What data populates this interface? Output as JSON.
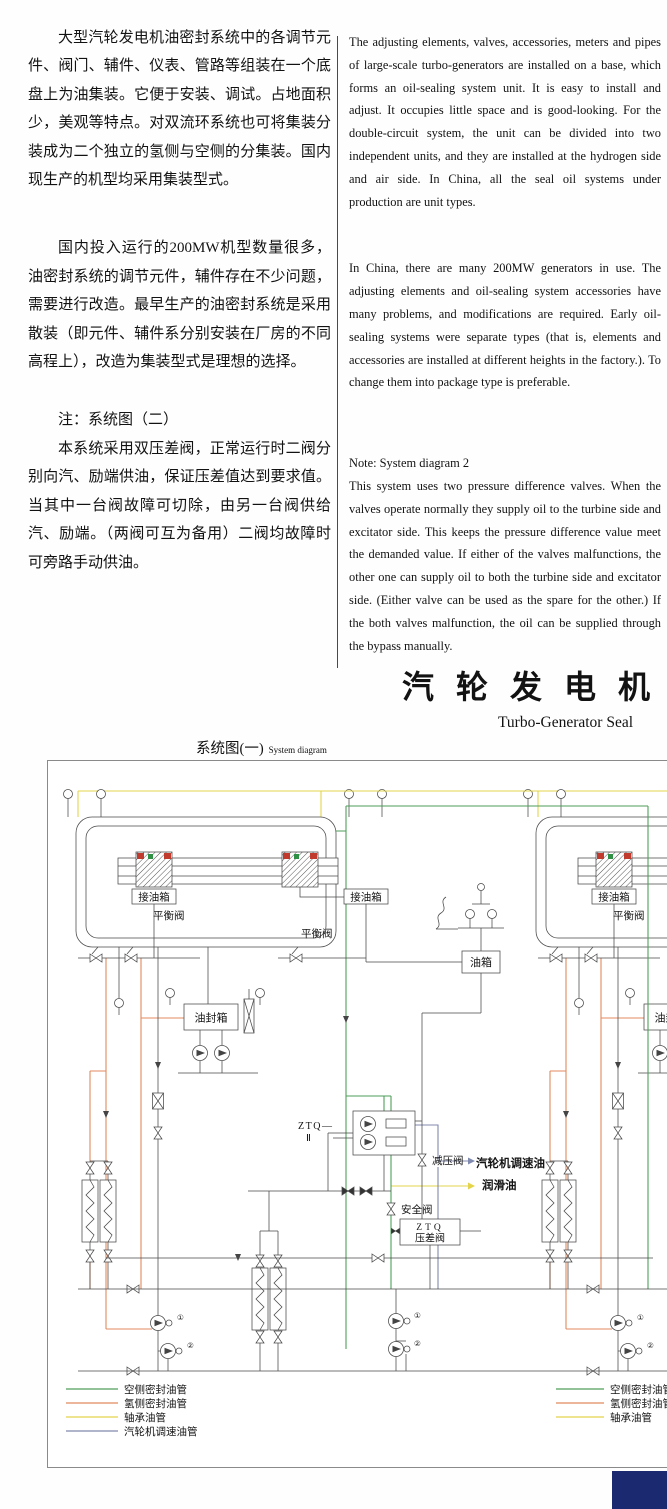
{
  "colors": {
    "page_corner": "#1b2a70",
    "divider": "#4a4a4a",
    "seal_mark_red": "#c03a2e",
    "seal_mark_green": "#2f8f45"
  },
  "left_column": {
    "para1": "大型汽轮发电机油密封系统中的各调节元件、阀门、辅件、仪表、管路等组装在一个底盘上为油集装。它便于安装、调试。占地面积少，美观等特点。对双流环系统也可将集装分装成为二个独立的氢侧与空侧的分集装。国内现生产的机型均采用集装型式。",
    "para2": "国内投入运行的200MW机型数量很多，油密封系统的调节元件，辅件存在不少问题，需要进行改造。最早生产的油密封系统是采用散装（即元件、辅件系分别安装在厂房的不同高程上），改造为集装型式是理想的选择。",
    "note_title": "注：系统图（二）",
    "note_body": "本系统采用双压差阀，正常运行时二阀分别向汽、励端供油，保证压差值达到要求值。当其中一台阀故障可切除，由另一台阀供给汽、励端。（两阀可互为备用）二阀均故障时可旁路手动供油。"
  },
  "right_column": {
    "para1": "The adjusting elements, valves, accessories, meters and pipes of large-scale turbo-generators are installed on a base, which forms an oil-sealing system unit. It is easy to install and adjust. It occupies little space and is good-looking. For the double-circuit system, the unit can be divided into two independent units, and they are installed at the hydrogen side and air side. In China, all the seal oil systems under production are unit types.",
    "para2": "In China, there are many 200MW generators in use. The adjusting elements and oil-sealing system accessories have many problems, and modifications are required. Early oil-sealing systems were separate types (that is, elements and accessories are installed at different heights in the factory.). To change them into package type is preferable.",
    "note_title": "Note: System diagram 2",
    "note_body": "This system uses two pressure difference valves. When the valves operate normally they supply oil to the turbine side and excitator side. This keeps the pressure difference value meet the demanded value. If either of the valves malfunctions, the other one can supply oil to both the turbine side and excitator side. (Either valve can be used as the spare for the other.) If the both valves malfunction, the oil can be supplied through the bypass manually."
  },
  "title": {
    "zh": "汽轮发电机",
    "en": "Turbo-Generator Seal"
  },
  "diagram": {
    "caption_zh": "系统图(一)",
    "caption_en": "System diagram",
    "labels": {
      "oil_catch_tank": "接油箱",
      "balance_valve": "平衡阀",
      "oil_seal_tank": "油封箱",
      "oil_tank": "油箱",
      "ztq2_line1": "ZTQ—",
      "ztq2_line2": "Ⅱ",
      "pressure_reducing_valve": "减压阀",
      "turbine_governing_oil": "汽轮机调速油",
      "lube_oil": "润滑油",
      "safety_valve": "安全阀",
      "ztq": "ZTQ",
      "pressure_difference_valve": "压差阀",
      "pump_no_1": "①",
      "pump_no_2": "②"
    },
    "legend_left": [
      {
        "label": "空侧密封油管",
        "color": "#4f9e5a"
      },
      {
        "label": "氢侧密封油管",
        "color": "#e08a5f"
      },
      {
        "label": "轴承油管",
        "color": "#e3d44c"
      },
      {
        "label": "汽轮机调速油管",
        "color": "#8089ae"
      }
    ],
    "legend_right": [
      {
        "label": "空侧密封油管",
        "color": "#4f9e5a"
      },
      {
        "label": "氢侧密封油管",
        "color": "#e08a5f"
      },
      {
        "label": "轴承油管",
        "color": "#e3d44c"
      }
    ]
  }
}
